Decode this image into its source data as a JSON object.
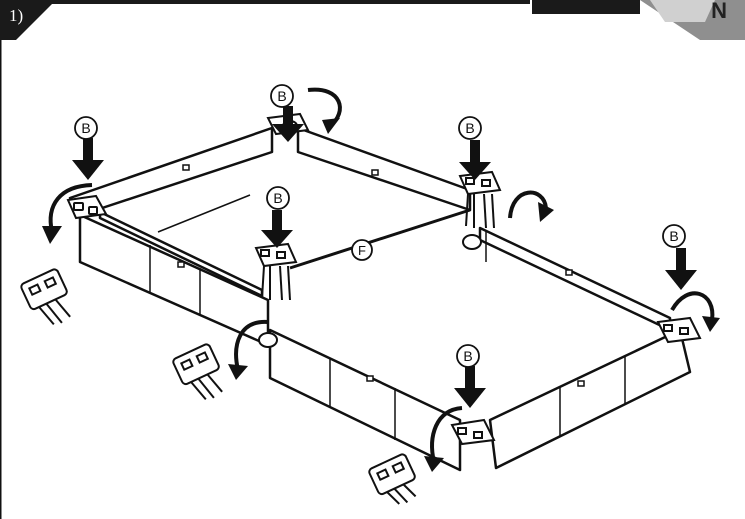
{
  "step": {
    "number_label": "1)"
  },
  "labels": {
    "part_b": "B",
    "part_f": "F"
  },
  "logo": {
    "letter": "N"
  },
  "colors": {
    "ink": "#111111",
    "tab": "#1a1a1a",
    "frame_fill": "#ffffff",
    "logo_gray": "#9a9a9a"
  },
  "icons": {
    "down_arrow": "down-arrow-icon",
    "rotate_arrow": "rotate-arrow-icon",
    "connector": "connector-clip-icon"
  }
}
